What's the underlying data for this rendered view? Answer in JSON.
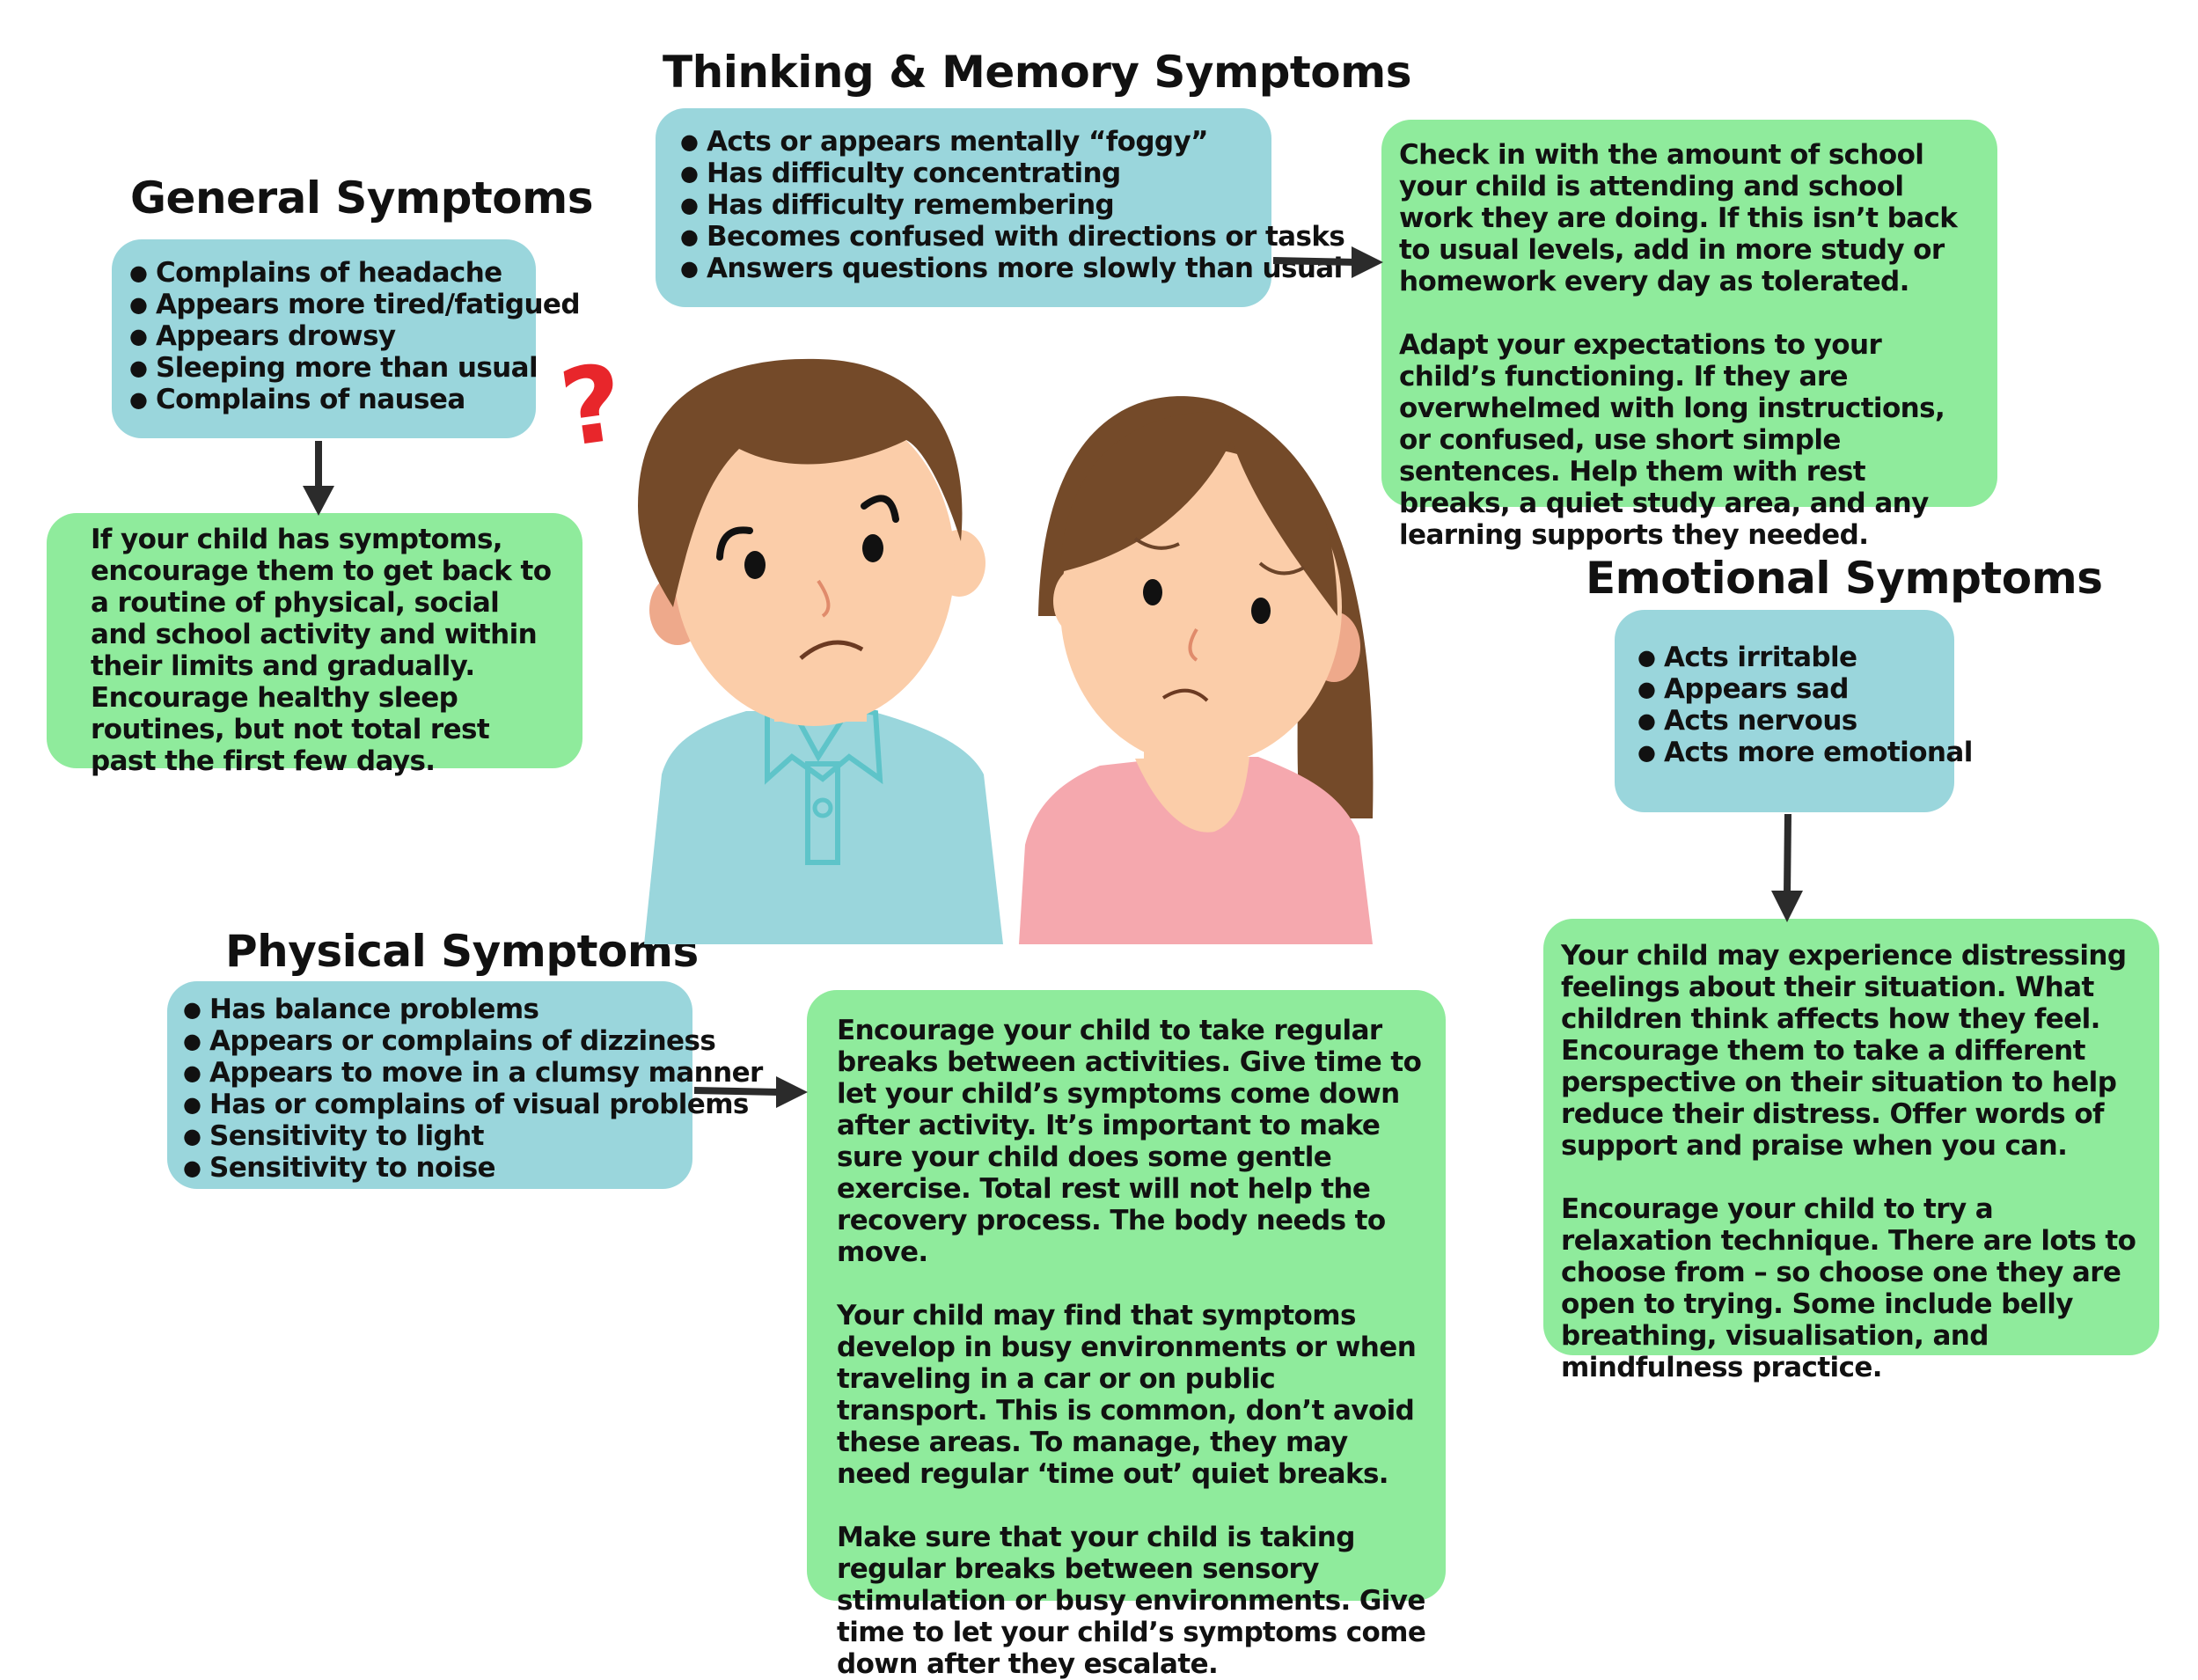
{
  "general": {
    "heading": "General Symptoms",
    "items": [
      "Complains of headache",
      "Appears more tired/fatigued",
      "Appears drowsy",
      "Sleeping more than usual",
      "Complains of nausea"
    ],
    "advice": [
      "If your child has symptoms, encourage them to get back to a routine of physical, social and school activity and within their limits and gradually. Encourage healthy sleep routines, but not total rest past the first few days."
    ]
  },
  "thinking": {
    "heading": "Thinking & Memory Symptoms",
    "items": [
      "Acts or appears mentally “foggy”",
      "Has difficulty concentrating",
      "Has difficulty remembering",
      "Becomes confused with directions or tasks",
      "Answers questions more slowly than usual"
    ],
    "advice": [
      "Check in with the amount of school your child is attending and school work they are doing. If this isn’t back to usual levels, add in more study or homework every day as tolerated.",
      "Adapt your expectations to your child’s functioning. If they are overwhelmed with long instructions, or confused, use short simple sentences. Help them with rest breaks, a quiet study area, and any learning supports they needed."
    ]
  },
  "emotional": {
    "heading": "Emotional Symptoms",
    "items": [
      "Acts irritable",
      "Appears sad",
      "Acts nervous",
      "Acts more emotional"
    ],
    "advice": [
      "Your child may experience distressing feelings about their situation. What children think affects how they feel. Encourage them to take a different perspective on their situation to help reduce their distress. Offer words of support and praise when you can.",
      "Encourage your child to try a relaxation technique. There are lots to choose from – so choose one they are open to trying. Some include belly breathing, visualisation, and mindfulness practice."
    ]
  },
  "physical": {
    "heading": "Physical Symptoms",
    "items": [
      "Has balance problems",
      "Appears or complains of dizziness",
      "Appears to move in a clumsy manner",
      "Has or complains of visual problems",
      "Sensitivity to light",
      "Sensitivity to noise"
    ],
    "advice": [
      "Encourage your child to take regular breaks between activities. Give time to let your child’s symptoms come down after activity. It’s important to make sure your child does some gentle exercise. Total rest will not help the recovery process. The body needs to move.",
      "Your child may find that symptoms develop in busy environments or when traveling in a car or on public transport. This is common, don’t avoid these areas. To manage, they may need regular ‘time out’ quiet breaks.",
      "Make sure that your child is taking regular breaks between sensory stimulation or busy environments. Give time to let your child’s symptoms come down after they escalate."
    ]
  },
  "illustration": {
    "question_mark": "?",
    "colors": {
      "skin": "#fbcda9",
      "hair": "#744a29",
      "boy_shirt": "#9ad6dc",
      "boy_collar": "#5ec4c9",
      "girl_shirt": "#f5a8ae",
      "question": "#e8262b"
    }
  },
  "colors": {
    "symptom_box": "#9ad6dc",
    "advice_box": "#8feb9c",
    "arrow": "#2b2b2b"
  }
}
